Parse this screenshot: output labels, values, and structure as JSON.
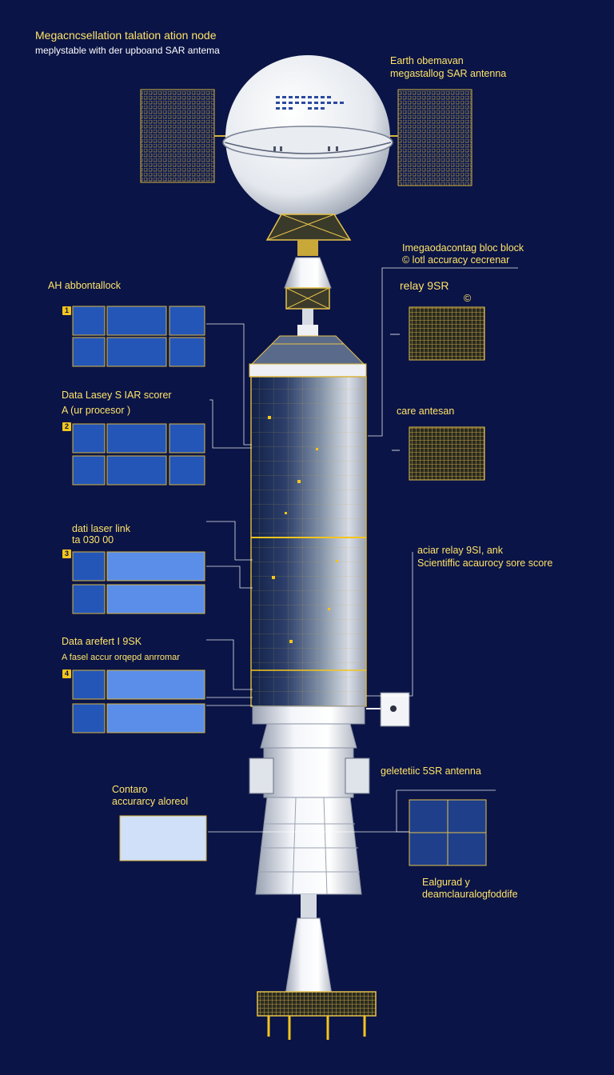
{
  "title": {
    "line1": "Megacncsellation talation ation node",
    "line2": "meplystable with der upboand SAR antema"
  },
  "callouts": {
    "top_right": {
      "line1": "Earth obemavan",
      "line2": "megastallog SAR antenna"
    },
    "middle_right_block": {
      "line1": "Imegaodacontag bloc block",
      "line2": "© lotl  accuracy cecrenar"
    },
    "relay": {
      "label": "relay 9SR",
      "marker": "©"
    },
    "care": {
      "label": "care antesan"
    },
    "science": {
      "line1": "aciar relay  9SI, ank",
      "line2": "Scientiffic acaurocy sore score"
    },
    "gelect": {
      "label": "geletetiic 5SR antenna"
    },
    "bottom_right": {
      "line1": "Ealgurad y",
      "line2": "deamclauralogfoddife"
    },
    "bottom_left": {
      "line1": "Contaro",
      "line2": "accurarcy aloreol"
    }
  },
  "left_blocks": [
    {
      "title": "AH abbontallock",
      "subtitle": "",
      "badge": "1"
    },
    {
      "title": "Data Lasey  S IAR scorer",
      "subtitle": "A (ur procesor )",
      "badge": "2"
    },
    {
      "title": "dati laser link",
      "subtitle": "ta 030 00",
      "badge": "3"
    },
    {
      "title": "Data arefert I 9SK",
      "subtitle": "A  fasel  accur orqepd anrromar",
      "badge": "4"
    }
  ],
  "colors": {
    "background": "#0a1446",
    "accent": "#ffe36a",
    "gold": "#d9b23a",
    "panel_blue": "#5b8ee8",
    "structure": "#eef0f4"
  }
}
